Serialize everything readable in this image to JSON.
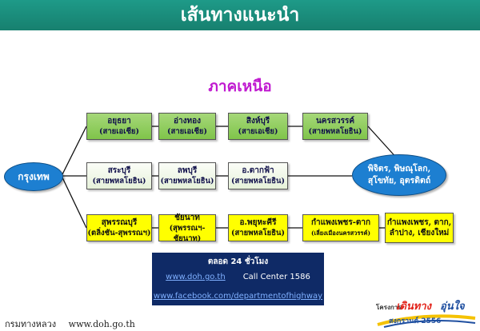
{
  "header": {
    "title": "เส้นทางแนะนำ"
  },
  "region_title": "ภาคเหนือ",
  "origin": "กรุงเทพ",
  "destination": {
    "line1": "พิจิตร, พิษณุโลก,",
    "line2": "สุโขทัย, อุตรดิตถ์"
  },
  "routes": [
    {
      "color": "green",
      "stops": [
        {
          "name": "อยุธยา",
          "road": "(สายเอเชีย)"
        },
        {
          "name": "อ่างทอง",
          "road": "(สายเอเชีย)"
        },
        {
          "name": "สิงห์บุรี",
          "road": "(สายเอเชีย)"
        },
        {
          "name": "นครสวรรค์",
          "road": "(สายพหลโยธิน)"
        }
      ]
    },
    {
      "color": "pale",
      "stops": [
        {
          "name": "สระบุรี",
          "road": "(สายพหลโยธิน)"
        },
        {
          "name": "ลพบุรี",
          "road": "(สายพหลโยธิน)"
        },
        {
          "name": "อ.ตากฟ้า",
          "road": "(สายพหลโยธิน)"
        }
      ]
    },
    {
      "color": "yellow",
      "stops": [
        {
          "name": "สุพรรณบุรี",
          "road": "(ตลิ่งชัน-สุพรรณฯ)"
        },
        {
          "name": "ชัยนาท",
          "road": "(สุพรรณฯ-ชัยนาท)"
        },
        {
          "name": "อ.พยุหะคีรี",
          "road": "(สายพหลโยธิน)"
        },
        {
          "name": "กำแพงเพชร-ตาก",
          "road": "(เลี่ยงเมืองนครสวรรค์)"
        },
        {
          "name": "กำแพงเพชร, ตาก,",
          "road": "ลำปาง, เชียงใหม่"
        }
      ]
    }
  ],
  "info": {
    "title": "ตลอด 24 ชั่วโมง",
    "website": "www.doh.go.th",
    "call_center": "Call Center 1586",
    "facebook": "www.facebook.com/departmentofhighway"
  },
  "footer": {
    "org": "กรมทางหลวง",
    "url": "www.doh.go.th"
  },
  "logo": {
    "a": "โครงการ",
    "b": "เดินทาง",
    "c": "อุ่นใจ",
    "d": "สงกรานต์ 2556"
  },
  "colors": {
    "header": "#17806f",
    "node_green": "#8ccb58",
    "node_yellow": "#ffff00",
    "ellipse": "#1d7fd1",
    "region_title": "#c01ad0",
    "info_bg": "#0f2a66"
  }
}
